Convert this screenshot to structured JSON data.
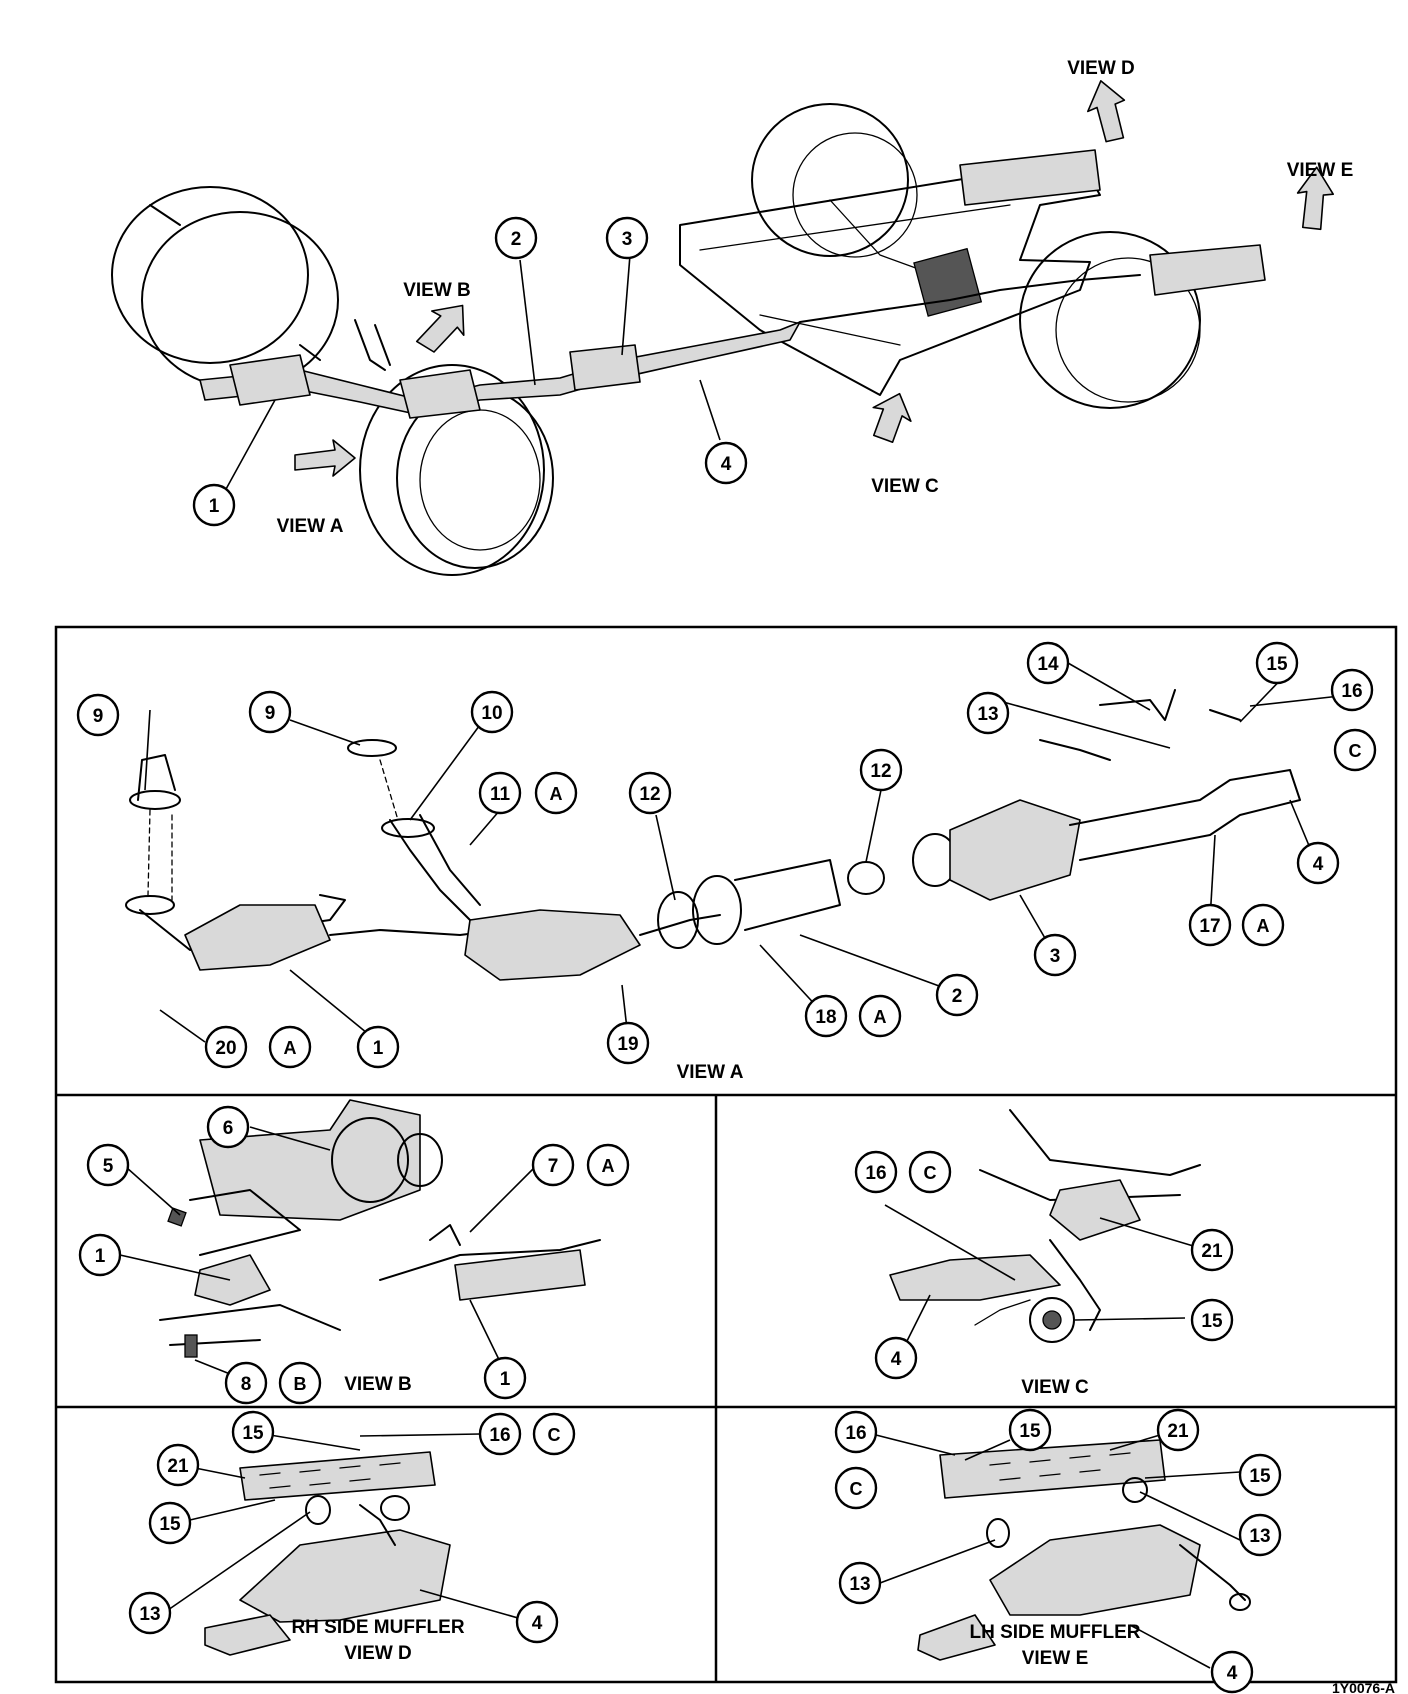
{
  "colors": {
    "line": "#000000",
    "background": "#ffffff",
    "shade": "#d9d9d9"
  },
  "views": {
    "a": "VIEW A",
    "b": "VIEW B",
    "c": "VIEW C",
    "d": "VIEW D",
    "e": "VIEW E",
    "rh_muffler": "RH SIDE MUFFLER",
    "lh_muffler": "LH SIDE MUFFLER"
  },
  "top_callouts": [
    "1",
    "2",
    "3",
    "4"
  ],
  "view_a_callouts": [
    "9",
    "9",
    "10",
    "11",
    "12",
    "12",
    "13",
    "14",
    "15",
    "16",
    "17",
    "18",
    "2",
    "3",
    "4",
    "19",
    "20",
    "1"
  ],
  "view_a_letters": [
    "A",
    "A",
    "A",
    "A",
    "C"
  ],
  "view_b_callouts": [
    "5",
    "6",
    "7",
    "1",
    "8",
    "1"
  ],
  "view_b_letters": [
    "A",
    "B"
  ],
  "view_c_callouts": [
    "16",
    "21",
    "15",
    "4"
  ],
  "view_c_letters": [
    "C"
  ],
  "view_d_callouts": [
    "15",
    "16",
    "21",
    "15",
    "13",
    "4"
  ],
  "view_d_letters": [
    "C"
  ],
  "view_e_callouts": [
    "16",
    "15",
    "21",
    "15",
    "13",
    "13",
    "4"
  ],
  "view_e_letters": [
    "C"
  ],
  "footer_code": "1Y0076-A"
}
